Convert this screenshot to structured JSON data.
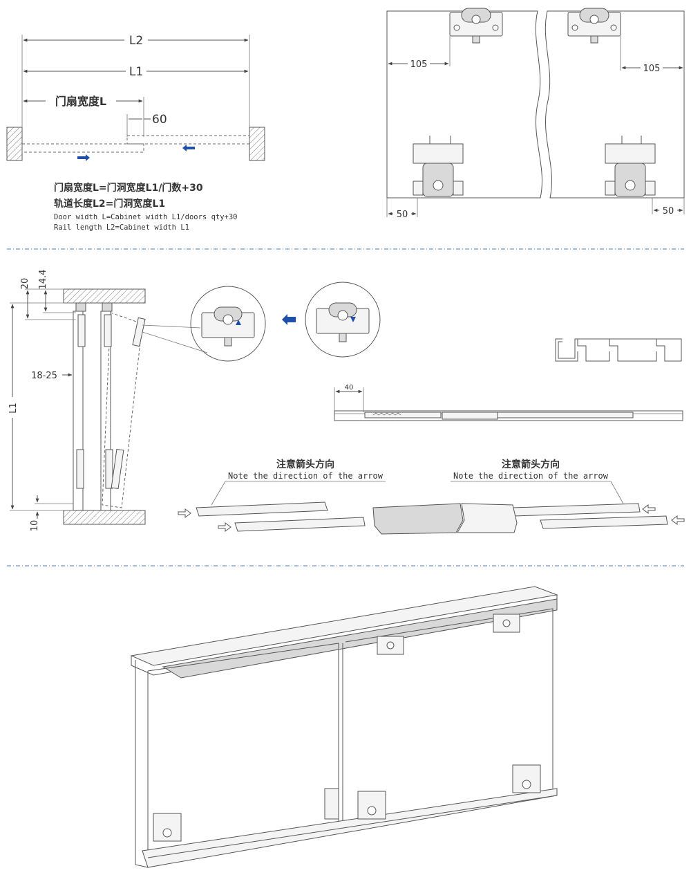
{
  "top_left": {
    "dim_l2": "L2",
    "dim_l1": "L1",
    "dim_door": "门扇宽度L",
    "dim_overlap": "60",
    "formula_cn_1": "门扇宽度L=门洞宽度L1/门数+30",
    "formula_cn_2": "轨道长度L2=门洞宽度L1",
    "formula_en_1": "Door width L=Cabinet width L1/doors qty+30",
    "formula_en_2": "Rail length L2=Cabinet width L1"
  },
  "top_right": {
    "dim_left_top": "105",
    "dim_right_top": "105",
    "dim_left_bottom": "50",
    "dim_right_bottom": "50"
  },
  "middle": {
    "dim_20": "20",
    "dim_14_4": "14.4",
    "dim_18_25": "18-25",
    "dim_l1": "L1",
    "dim_10": "10",
    "dim_40": "40",
    "note_cn_left": "注意箭头方向",
    "note_en_left": "Note the direction of the arrow",
    "note_cn_right": "注意箭头方向",
    "note_en_right": "Note the direction of the arrow"
  },
  "colors": {
    "arrow_blue": "#1f4fa8",
    "separator": "#4a7ab8"
  }
}
